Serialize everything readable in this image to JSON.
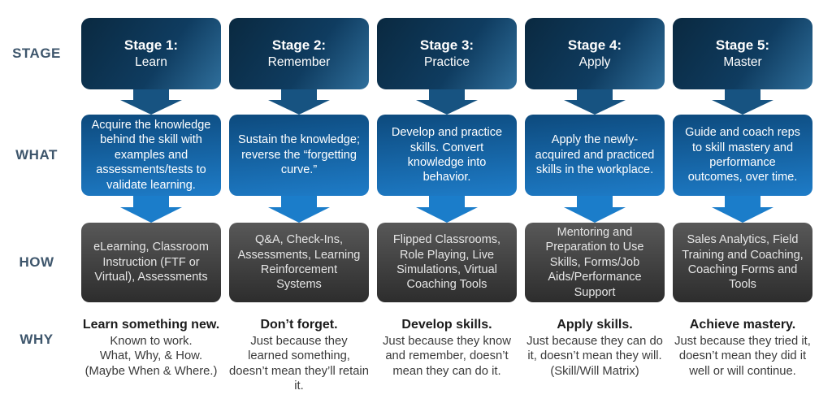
{
  "row_labels": {
    "stage": "STAGE",
    "what": "WHAT",
    "how": "HOW",
    "why": "WHY"
  },
  "colors": {
    "label": "#3e566c",
    "stage_box_top": "#0a2940",
    "stage_box_bottom": "#2f6f9c",
    "what_box_top": "#0d4a7d",
    "what_box_bottom": "#1e7cc8",
    "how_box_top": "#585858",
    "how_box_bottom": "#2d2d2d",
    "arrow_dark": "#175381",
    "arrow_blue": "#1b7dca",
    "why_headline": "#1c1c1c",
    "why_body": "#3a3a3a"
  },
  "stages": [
    {
      "title": "Stage 1:",
      "name": "Learn",
      "what": "Acquire the knowledge behind the skill with examples and assessments/tests to validate learning.",
      "how": "eLearning, Classroom Instruction (FTF or Virtual), Assessments",
      "why_headline": "Learn something new.",
      "why_body": "Known to work.\nWhat, Why, & How.\n(Maybe When & Where.)"
    },
    {
      "title": "Stage 2:",
      "name": "Remember",
      "what": "Sustain the knowledge; reverse the “forgetting curve.”",
      "how": "Q&A, Check-Ins, Assessments, Learning Reinforcement Systems",
      "why_headline": "Don’t forget.",
      "why_body": "Just because they learned something, doesn’t mean they’ll retain it."
    },
    {
      "title": "Stage 3:",
      "name": "Practice",
      "what": "Develop and practice skills. Convert knowledge into behavior.",
      "how": "Flipped Classrooms, Role Playing, Live Simulations, Virtual Coaching Tools",
      "why_headline": "Develop skills.",
      "why_body": "Just because they know and remember, doesn’t mean they can do it."
    },
    {
      "title": "Stage 4:",
      "name": "Apply",
      "what": "Apply the newly-acquired and practiced skills in the workplace.",
      "how": "Mentoring and Preparation to Use Skills, Forms/Job Aids/Performance Support",
      "why_headline": "Apply skills.",
      "why_body": "Just because they can do it, doesn’t mean they will. (Skill/Will Matrix)"
    },
    {
      "title": "Stage 5:",
      "name": "Master",
      "what": "Guide and coach reps to skill mastery and performance outcomes, over time.",
      "how": "Sales Analytics, Field Training and Coaching, Coaching Forms and Tools",
      "why_headline": "Achieve mastery.",
      "why_body": "Just because they tried it, doesn’t mean they did it well or will continue."
    }
  ]
}
